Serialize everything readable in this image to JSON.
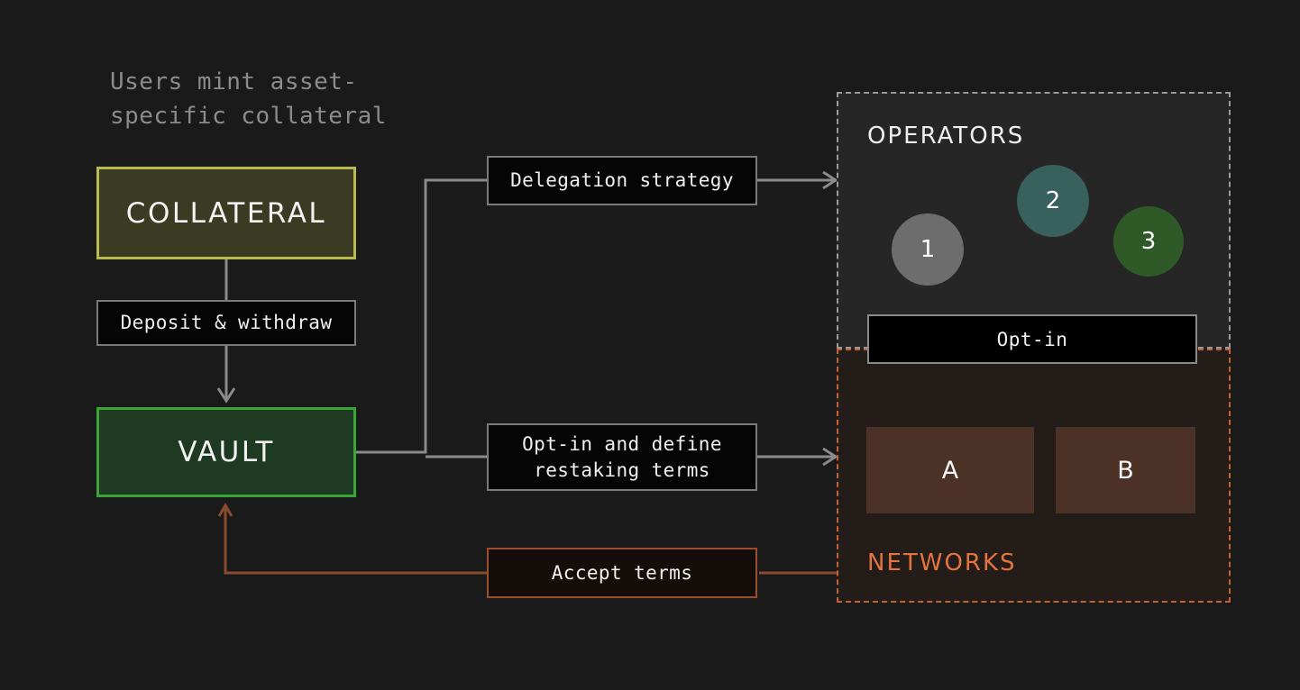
{
  "caption": {
    "text": "Users mint asset-\nspecific collateral"
  },
  "entities": {
    "collateral": "COLLATERAL",
    "vault": "VAULT"
  },
  "edge_labels": {
    "deposit_withdraw": "Deposit & withdraw",
    "delegation_strategy": "Delegation strategy",
    "optin_define_terms": "Opt-in and define\nrestaking terms",
    "accept_terms": "Accept terms"
  },
  "operators": {
    "title": "OPERATORS",
    "optin_bar": "Opt-in",
    "nodes": [
      {
        "label": "1",
        "color": "#6d6d6d"
      },
      {
        "label": "2",
        "color": "#38605c"
      },
      {
        "label": "3",
        "color": "#2f5a27"
      }
    ]
  },
  "networks": {
    "title": "NETWORKS",
    "boxes": [
      {
        "label": "A",
        "color": "#4b3126"
      },
      {
        "label": "B",
        "color": "#4b3126"
      }
    ]
  },
  "colors": {
    "background": "#1a1a1a",
    "collateral_border": "#b9bb4e",
    "collateral_fill": "#3b3a22",
    "vault_border": "#37a637",
    "vault_fill": "#1e3a22",
    "operators_panel": "#262626",
    "operators_dash": "#9a9a9a",
    "networks_panel": "#231c18",
    "networks_dash": "#c2622f",
    "networks_title": "#e2743c",
    "edge_gray": "#8a8a8a",
    "edge_brown": "#8a4a30",
    "edge_teal": "#4a8a80",
    "edge_green": "#3a8a3a",
    "caption_text": "#8b8b8b"
  }
}
